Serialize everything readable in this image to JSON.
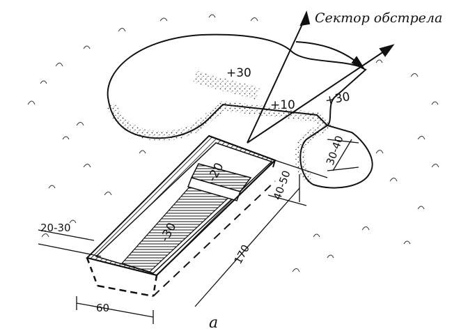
{
  "title": "Сектор обстрела",
  "figure_letter": "а",
  "labels": {
    "parapet_front": "+30",
    "parapet_center": "+10",
    "parapet_right": "+30",
    "step_depth": "-20",
    "trench_depth": "-30"
  },
  "dimensions": {
    "width": "60",
    "length": "170",
    "parapet_left": "20-30",
    "step_width": "40-50",
    "parapet_right_width": "30-40"
  },
  "colors": {
    "ink": "#111111",
    "paper": "#ffffff",
    "shade": "#3a3a3a"
  }
}
